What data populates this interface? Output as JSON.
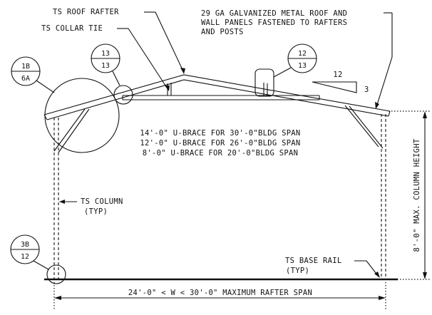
{
  "callouts": {
    "roof_rafter_a": "TS ROOF ",
    "roof_rafter_b": "RAFTER",
    "collar_tie": "TS COLLAR TIE",
    "panels_line1": "29 GA GALVANIZED METAL ROOF AND",
    "panels_line2": "WALL PANELS FASTENED TO RAFTERS",
    "panels_line3": "AND POSTS",
    "column_line1": "TS COLUMN",
    "column_line2": "(TYP)",
    "base_rail_line1": "TS BASE RAIL",
    "base_rail_line2": "(TYP)"
  },
  "detail_bubbles": [
    {
      "id": "bubble-1b-6a",
      "top": "1B",
      "bottom": "6A"
    },
    {
      "id": "bubble-13-13",
      "top": "13",
      "bottom": "13"
    },
    {
      "id": "bubble-12-13",
      "top": "12",
      "bottom": "13"
    },
    {
      "id": "bubble-3b-12",
      "top": "3B",
      "bottom": "12"
    }
  ],
  "pitch": {
    "run": "12",
    "rise": "3"
  },
  "u_brace_notes": [
    "14'-0\" U-BRACE FOR 30'-0\"BLDG SPAN",
    "12'-0\" U-BRACE FOR 26'-0\"BLDG SPAN",
    "8'-0\" U-BRACE FOR 20'-0\"BLDG SPAN"
  ],
  "dimensions": {
    "span": "24'-0\" < W < 30'-0\" MAXIMUM RAFTER SPAN",
    "height": "8'-0\" MAX. COLUMN HEIGHT"
  }
}
